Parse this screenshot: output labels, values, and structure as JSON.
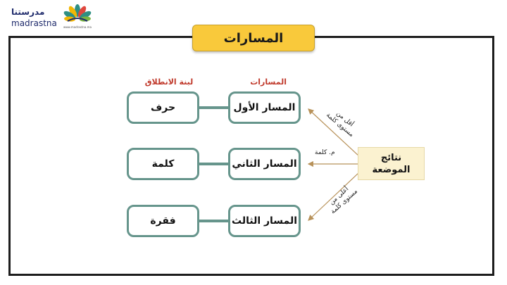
{
  "logo": {
    "arabic": "مدرستنا",
    "latin": "madrastna",
    "tagline": "www.madrastna.ma"
  },
  "title": "المسارات",
  "columns": {
    "paths_header": "المسارات",
    "start_header": "لبنة الانطلاق"
  },
  "paths": [
    {
      "label": "المسار الأول",
      "start": "حرف"
    },
    {
      "label": "المسار الثاني",
      "start": "كلمة"
    },
    {
      "label": "المسار الثالث",
      "start": "فقرة"
    }
  ],
  "result": {
    "line1": "نتائج",
    "line2": "الموضعة"
  },
  "notes": {
    "top_line1": "أقل من",
    "top_line2": "مستوى كلمة",
    "mid": "م. كلمة",
    "bottom_line1": "أعلى من",
    "bottom_line2": "مستوى كلمة"
  },
  "colors": {
    "node_border": "#66958c",
    "title_bg": "#f9c93b",
    "header_red": "#c0392b",
    "result_bg": "#fbf2d0",
    "arrow": "#b8925a"
  }
}
